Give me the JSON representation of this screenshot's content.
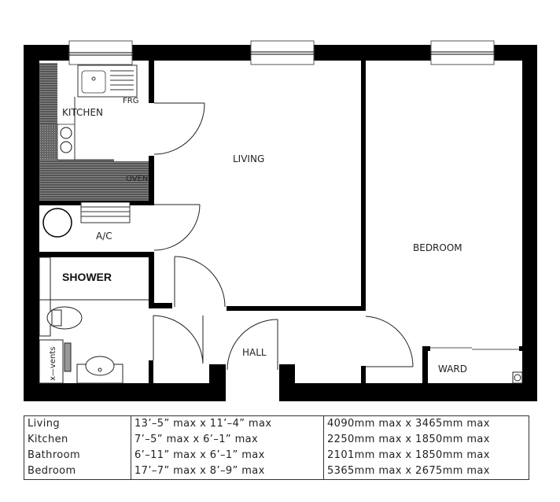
{
  "floorplan": {
    "rooms": [
      {
        "id": "kitchen",
        "label": "KITCHEN"
      },
      {
        "id": "living",
        "label": "LIVING"
      },
      {
        "id": "bedroom",
        "label": "BEDROOM"
      },
      {
        "id": "ac",
        "label": "A/C"
      },
      {
        "id": "shower",
        "label": "SHOWER"
      },
      {
        "id": "hall",
        "label": "HALL"
      },
      {
        "id": "ward",
        "label": "WARD"
      }
    ],
    "annotations": {
      "fridge": "FRG",
      "oven": "OVEN",
      "vents": "x—vents"
    },
    "colors": {
      "wall": "#000000",
      "hatch": "#444444",
      "line": "#222222",
      "background": "#ffffff"
    }
  },
  "dimensions_table": {
    "rows": [
      {
        "room": "Living",
        "imperial": "13’–5”  max  x  11’–4”  max",
        "metric": "4090mm  max  x  3465mm  max"
      },
      {
        "room": "Kitchen",
        "imperial": "7’–5”  max  x  6’–1”  max",
        "metric": "2250mm  max  x  1850mm  max"
      },
      {
        "room": "Bathroom",
        "imperial": "6’–11”  max  x  6’–1”  max",
        "metric": "2101mm  max  x  1850mm  max"
      },
      {
        "room": "Bedroom",
        "imperial": "17’–7”  max  x  8’–9”  max",
        "metric": "5365mm  max  x  2675mm  max"
      }
    ]
  }
}
